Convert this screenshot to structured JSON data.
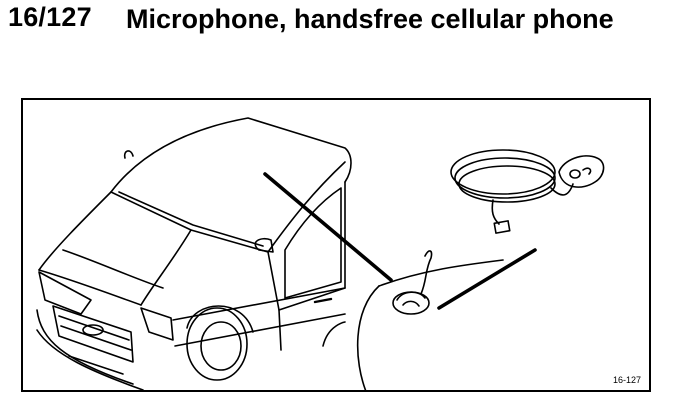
{
  "header": {
    "number": "16/127",
    "title": "Microphone, handsfree cellular phone"
  },
  "figure": {
    "label": "16-127"
  }
}
